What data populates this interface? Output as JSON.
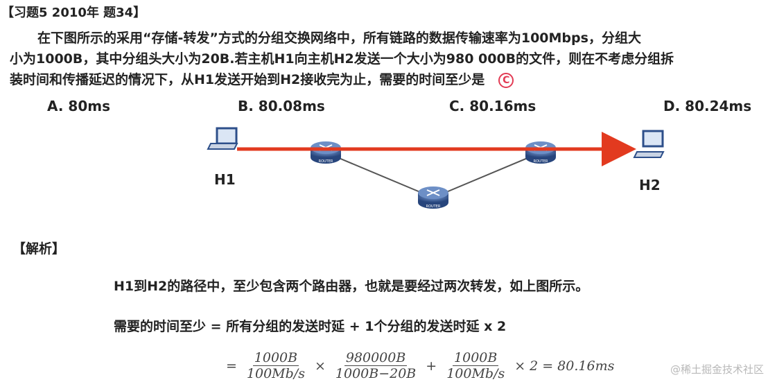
{
  "header": {
    "title": "【习题5  2010年 题34】"
  },
  "question": {
    "line1": "在下图所示的采用“存储-转发”方式的分组交换网络中，所有链路的数据传输速率为100Mbps，分组大",
    "line2": "小为1000B，其中分组头大小为20B.若主机H1向主机H2发送一个大小为980 000B的文件，则在不考虑分组拆",
    "line3": "装时间和传播延迟的情况下，从H1发送开始到H2接收完为止，需要的时间至少是",
    "answer_mark": "C"
  },
  "options": {
    "a": "A. 80ms",
    "b": "B. 80.08ms",
    "c": "C. 80.16ms",
    "d": "D. 80.24ms"
  },
  "diagram": {
    "host1_label": "H1",
    "host2_label": "H2",
    "router_label": "ROUTER",
    "path_color": "#e23a1f"
  },
  "analysis": {
    "heading": "【解析】",
    "line1": "H1到H2的路径中，至少包含两个路由器，也就是要经过两次转发，如上图所示。",
    "line2": "需要的时间至少 = 所有分组的发送时延 + 1个分组的发送时延 x 2"
  },
  "formula": {
    "eq": "=",
    "f1_num": "1000B",
    "f1_den": "100Mb/s",
    "times1": "×",
    "f2_num": "980000B",
    "f2_den": "1000B−20B",
    "plus": "+",
    "f3_num": "1000B",
    "f3_den": "100Mb/s",
    "times2": "×",
    "factor": "2",
    "eq2": "=",
    "result": "80.16ms"
  },
  "watermark": "@稀土掘金技术社区"
}
